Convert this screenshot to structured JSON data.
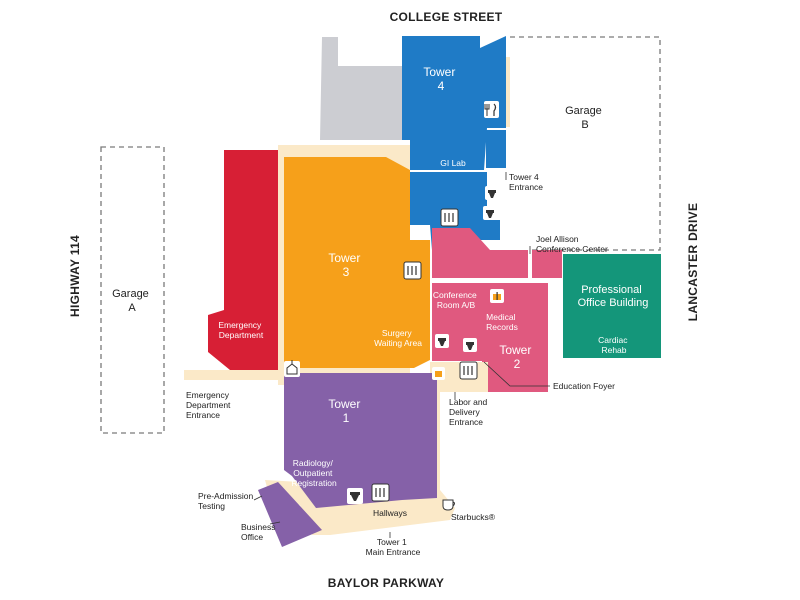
{
  "streets": {
    "north": "COLLEGE STREET",
    "south": "BAYLOR PARKWAY",
    "west": "HIGHWAY 114",
    "east": "LANCASTER DRIVE"
  },
  "garages": {
    "a": [
      "Garage",
      "A"
    ],
    "b": [
      "Garage",
      "B"
    ]
  },
  "buildings": {
    "tower1": [
      "Tower",
      "1"
    ],
    "tower2": [
      "Tower",
      "2"
    ],
    "tower3": [
      "Tower",
      "3"
    ],
    "tower4": [
      "Tower",
      "4"
    ],
    "professional_office": [
      "Professional",
      "Office Building"
    ],
    "cardiac_rehab": [
      "Cardiac",
      "Rehab"
    ],
    "emergency_department": [
      "Emergency",
      "Department"
    ],
    "gi_lab": "GI Lab",
    "conference_room": [
      "Conference",
      "Room A/B"
    ],
    "medical_records": [
      "Medical",
      "Records"
    ],
    "surgery_waiting": [
      "Surgery",
      "Waiting Area"
    ],
    "radiology": [
      "Radiology/",
      "Outpatient",
      "Registration"
    ],
    "hallways": "Hallways"
  },
  "callouts": {
    "tower4_entrance": [
      "Tower 4",
      "Entrance"
    ],
    "joel_allison": [
      "Joel Allison",
      "Conference Center"
    ],
    "education_foyer": "Education Foyer",
    "labor_delivery": [
      "Labor and",
      "Delivery",
      "Entrance"
    ],
    "er_entrance": [
      "Emergency",
      "Department",
      "Entrance"
    ],
    "pre_admission": [
      "Pre-Admission",
      "Testing"
    ],
    "business_office": [
      "Business",
      "Office"
    ],
    "tower1_main": [
      "Tower 1",
      "Main Entrance"
    ],
    "starbucks": "Starbucks®"
  },
  "colors": {
    "tower1": "#8561a8",
    "tower2": "#e0597f",
    "tower3": "#f6a01a",
    "tower4": "#1f7bc6",
    "professional_office": "#14967a",
    "emergency": "#d71f35",
    "annex": "#cccdd2",
    "corridor": "#fbe9c8",
    "garage_dash": "#7a7a7a"
  },
  "icons": [
    "restroom-icon",
    "elevator-icon",
    "dining-icon",
    "chapel-icon",
    "gift-icon",
    "coffee-icon"
  ]
}
